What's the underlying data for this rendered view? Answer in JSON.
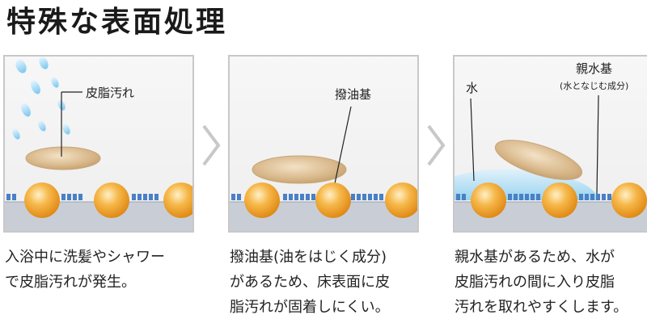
{
  "title": "特殊な表面処理",
  "panels": [
    {
      "label": "皮脂汚れ",
      "caption": [
        "入浴中に洗髪やシャワー",
        "で皮脂汚れが発生。"
      ]
    },
    {
      "label": "撥油基",
      "caption": [
        "撥油基(油をはじく成分)",
        "があるため、床表面に皮",
        "脂汚れが固着しにくい。"
      ]
    },
    {
      "label_water": "水",
      "label_hydrophilic": "親水基",
      "label_hydrophilic_note": "(水となじむ成分)",
      "caption": [
        "親水基があるため、水が",
        "皮脂汚れの間に入り皮脂",
        "汚れを取れやすくします。"
      ]
    }
  ],
  "colors": {
    "oil": "#d9b98c",
    "sphere": "#f2a52e",
    "floor": "#c9ced6",
    "groups": "#4a80c6",
    "water": "#8fd0f0",
    "chevron": "#c8c8c8"
  },
  "icons": {
    "arrow": "chevron-right-icon"
  }
}
